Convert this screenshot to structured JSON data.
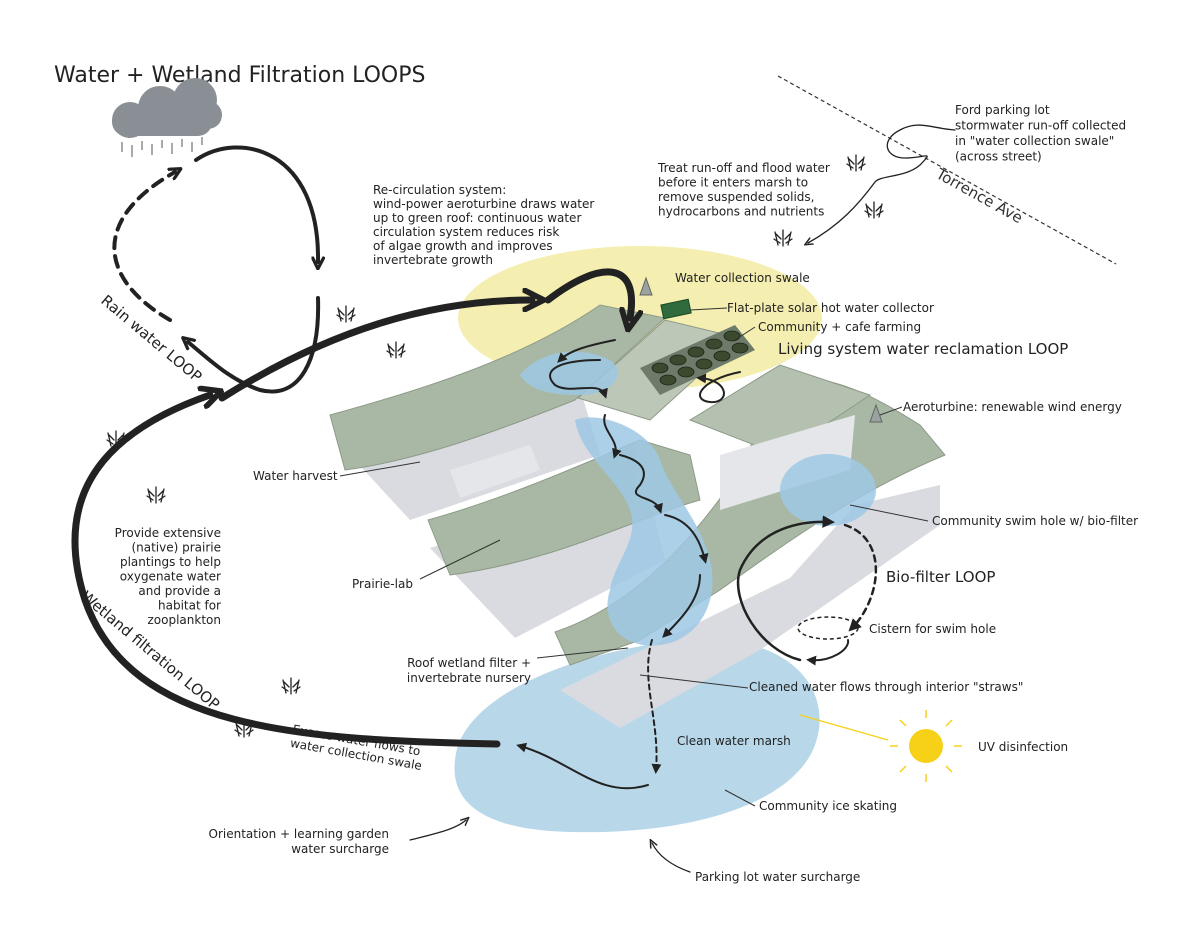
{
  "title": "Water + Wetland Filtration LOOPS",
  "loops": {
    "rain": "Rain water LOOP",
    "wetland": "Wetland filtration LOOP",
    "living": "Living system water reclamation LOOP",
    "biofilter": "Bio-filter LOOP"
  },
  "road": "Torrence Ave",
  "labels": {
    "recirc": [
      "Re-circulation system:",
      "wind-power aeroturbine draws water",
      "up to green roof: continuous water",
      "circulation system reduces risk",
      "of algae growth and improves",
      "invertebrate growth"
    ],
    "ford": [
      "Ford parking lot",
      "stormwater run-off collected",
      "in \"water collection swale\"",
      "(across street)"
    ],
    "treat": [
      "Treat run-off and flood water",
      "before it enters marsh to",
      "remove suspended solids,",
      "hydrocarbons and nutrients"
    ],
    "prairie_plantings": [
      "Provide extensive",
      "(native) prairie",
      "plantings to help",
      "oxygenate water",
      "and provide a",
      "habitat for",
      "zooplankton"
    ],
    "roof_wetland": [
      "Roof wetland filter +",
      "invertebrate nursery"
    ],
    "excess": [
      "Excess water flows to",
      "water collection swale"
    ],
    "orientation": [
      "Orientation + learning garden",
      "water surcharge"
    ],
    "water_swale": "Water collection swale",
    "solar": "Flat-plate solar hot water collector",
    "cafe": "Community + cafe farming",
    "aeroturbine": "Aeroturbine: renewable wind energy",
    "water_harvest": "Water harvest",
    "swim_hole": "Community swim hole w/ bio-filter",
    "prairie_lab": "Prairie-lab",
    "cistern": "Cistern for swim hole",
    "straws": "Cleaned water flows through interior \"straws\"",
    "clean_marsh": "Clean water marsh",
    "uv": "UV disinfection",
    "ice_skating": "Community ice skating",
    "parking_surcharge": "Parking lot water surcharge"
  },
  "icons": [
    "rain-cloud-icon",
    "sun-icon",
    "prairie-grass-icon"
  ],
  "colors": {
    "text": "#222222",
    "arrow": "#222222",
    "swale_yellow": "#f4eeb0",
    "marsh_blue": "#b8d8ea",
    "water_blue": "#9ec8e4",
    "roof_green": "#a9b8a4",
    "roof_shadow": "#d9dbe0",
    "sun_yellow": "#f7d117",
    "cloud_gray": "#8a8f96"
  }
}
